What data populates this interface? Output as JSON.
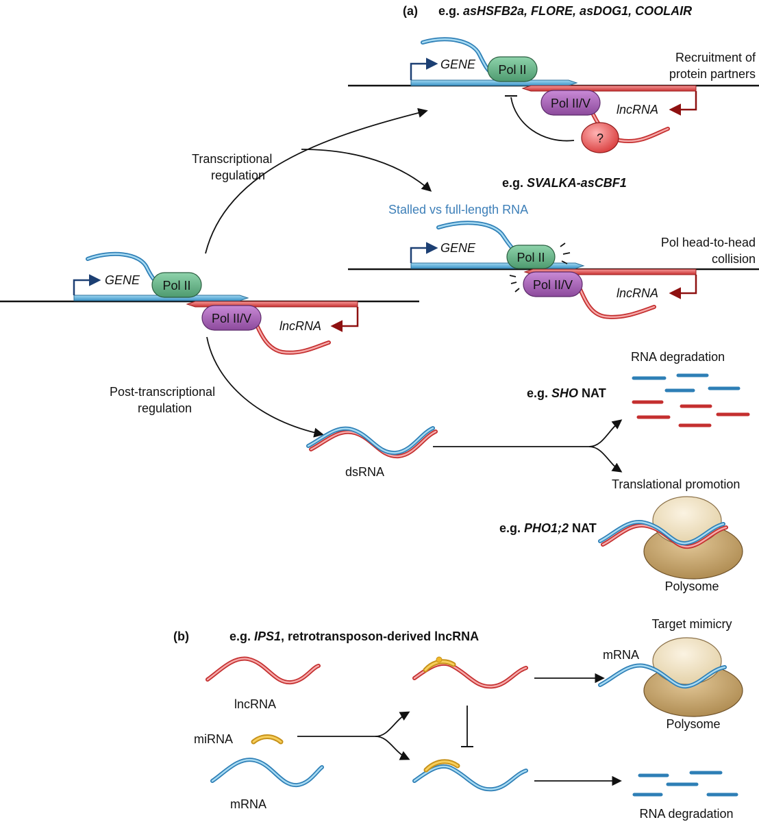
{
  "panel_a": {
    "label": "(a)",
    "ex1_prefix": "e.g. ",
    "ex1_genes": "asHSFB2a, FLORE, asDOG1, COOLAIR",
    "ex2_prefix": "e.g. ",
    "ex2_genes": "SVALKA-asCBF1",
    "ex3_prefix": "e.g. ",
    "ex3_gene": "SHO",
    "ex3_suffix": " NAT",
    "ex4_prefix": "e.g. ",
    "ex4_gene": "PHO1;2",
    "ex4_suffix": " NAT",
    "recruit_line1": "Recruitment of",
    "recruit_line2": "protein partners",
    "collision_line1": "Pol head-to-head",
    "collision_line2": "collision",
    "stalled": "Stalled vs full-length RNA",
    "trans_line1": "Transcriptional",
    "trans_line2": "regulation",
    "post_line1": "Post-transcriptional",
    "post_line2": "regulation",
    "dsrna": "dsRNA",
    "rna_degradation": "RNA degradation",
    "translational_promotion": "Translational promotion",
    "polysome": "Polysome",
    "gene": "GENE",
    "lncrna": "lncRNA",
    "pol2": "Pol II",
    "pol2v": "Pol II/V",
    "question": "?"
  },
  "panel_b": {
    "label": "(b)",
    "ex_prefix": "e.g. ",
    "ex_gene": "IPS1",
    "ex_suffix": ", retrotransposon-derived lncRNA",
    "lncrna": "lncRNA",
    "mirna": "miRNA",
    "mrna": "mRNA",
    "target_mimicry": "Target mimicry",
    "mrna_label": "mRNA",
    "polysome": "Polysome",
    "rna_degradation": "RNA degradation"
  },
  "colors": {
    "blue_rna": "#4aa3d6",
    "red_rna": "#e84a4a",
    "pol2": "#5fae82",
    "pol2v": "#a45fb3",
    "mirna": "#f0b82a",
    "polysome_small": "#f0e1c3",
    "polysome_large": "#c9a56e",
    "promoter_blue": "#1c3f73",
    "promoter_red": "#8e1010"
  }
}
